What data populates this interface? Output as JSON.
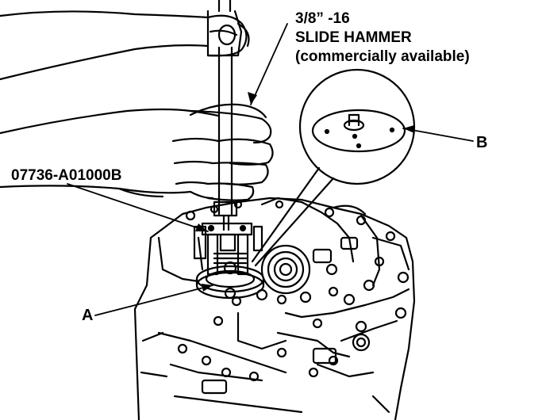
{
  "labels": {
    "hammer_size": "3/8” -16",
    "hammer_name": "SLIDE HAMMER",
    "hammer_note": "(commercially available)",
    "tool_number": "07736-A01000B",
    "part_a": "A",
    "part_b": "B"
  },
  "colors": {
    "ink": "#000000",
    "paper": "#ffffff"
  }
}
